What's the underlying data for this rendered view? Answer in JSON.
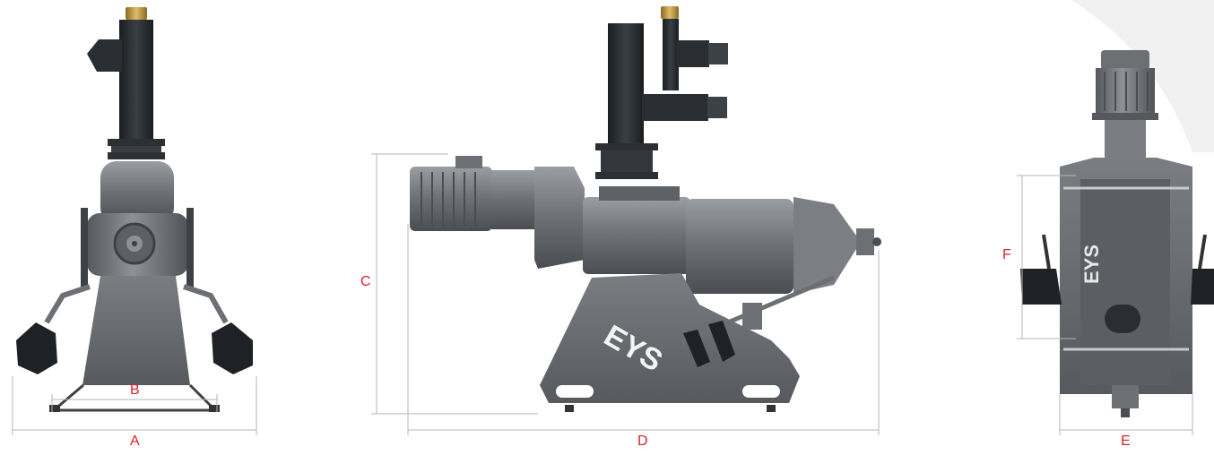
{
  "diagram": {
    "views": [
      {
        "id": "front",
        "name": "front-view"
      },
      {
        "id": "side",
        "name": "side-view"
      },
      {
        "id": "rear",
        "name": "rear-view"
      }
    ],
    "dimensions": {
      "A": "A",
      "B": "B",
      "C": "C",
      "D": "D",
      "E": "E",
      "F": "F"
    },
    "logo_text": "EYS"
  },
  "colors": {
    "label": "#d9222a",
    "dim_line": "#b5b5b5",
    "dark_pipe": "#24282c",
    "metal": "#6c6f73",
    "metal_light": "#8a8d91",
    "metal_dark": "#4a4d51",
    "brass": "#b8923a",
    "deco": "#f0f0f0"
  }
}
